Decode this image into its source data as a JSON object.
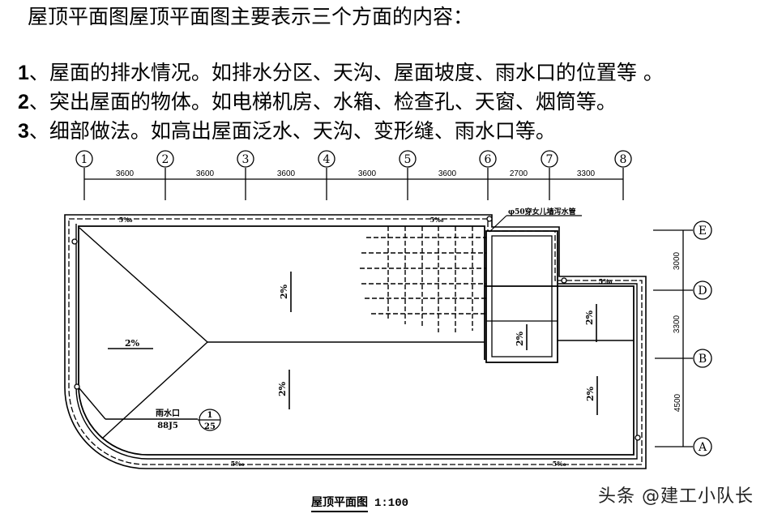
{
  "heading": "屋顶平面图屋顶平面图主要表示三个方面的内容：",
  "items": [
    {
      "num": "1",
      "text": "、屋面的排水情况。如排水分区、天沟、屋面坡度、雨水口的位置等 。"
    },
    {
      "num": "2",
      "text": "、突出屋面的物体。如电梯机房、水箱、检查孔、天窗、烟筒等。"
    },
    {
      "num": "3",
      "text": "、细部做法。如高出屋面泛水、天沟、变形缝、雨水口等。"
    }
  ],
  "drawing": {
    "horizontal_axes": [
      "1",
      "2",
      "3",
      "4",
      "5",
      "6",
      "7",
      "8"
    ],
    "horizontal_dimensions": [
      "3600",
      "3600",
      "3600",
      "3600",
      "3600",
      "2700",
      "3300"
    ],
    "vertical_axes": [
      "E",
      "D",
      "B",
      "A"
    ],
    "vertical_dimensions": [
      "3000",
      "3300",
      "4500"
    ],
    "slope_labels": {
      "gutter": "5‰",
      "roof": "2%"
    },
    "pipe_note": "φ50穿女儿墙泻水管",
    "drain_label_top": "雨水口",
    "drain_label_bottom": "88J5",
    "detail_ref_top": "1",
    "detail_ref_bottom": "25"
  },
  "caption": {
    "title": "屋顶平面图",
    "scale": "1:100"
  },
  "watermark": "头条 @建工小队长"
}
